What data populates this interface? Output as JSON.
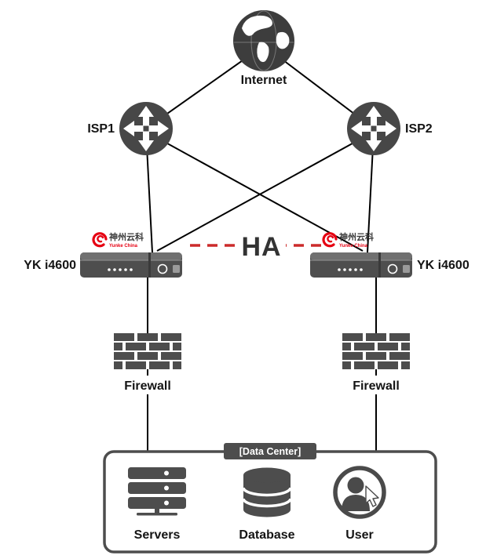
{
  "diagram": {
    "internet": {
      "label": "Internet"
    },
    "isp1": {
      "label": "ISP1"
    },
    "isp2": {
      "label": "ISP2"
    },
    "device_left": {
      "label": "YK i4600",
      "vendor": "神州云科",
      "vendor_sub": "Yunke China"
    },
    "device_right": {
      "label": "YK i4600",
      "vendor": "神州云科",
      "vendor_sub": "Yunke China"
    },
    "ha": {
      "label": "HA"
    },
    "firewall_left": {
      "label": "Firewall"
    },
    "firewall_right": {
      "label": "Firewall"
    },
    "datacenter": {
      "label": "[Data Center]",
      "servers": {
        "label": "Servers"
      },
      "database": {
        "label": "Database"
      },
      "user": {
        "label": "User"
      }
    },
    "colors": {
      "node_gray": "#4d4d4d",
      "line_black": "#000000",
      "ha_red": "#cc2b2b",
      "brand_red": "#e60012"
    }
  }
}
